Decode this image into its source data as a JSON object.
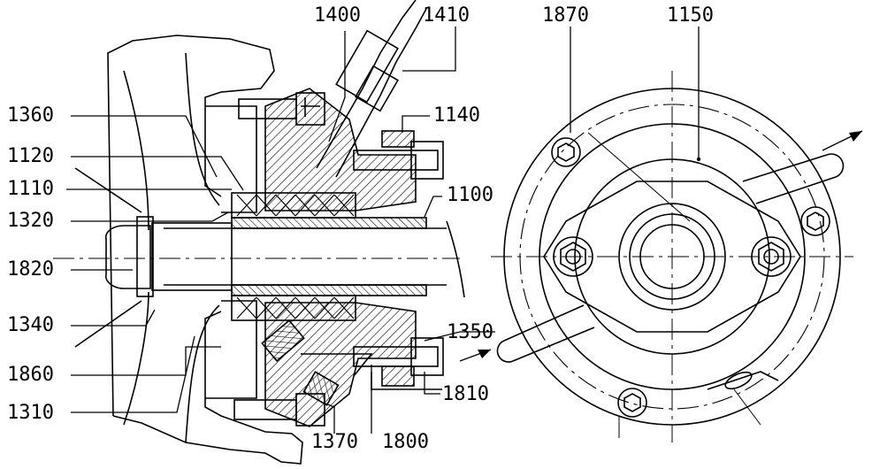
{
  "figure": {
    "labels": {
      "l1400": "1400",
      "l1410": "1410",
      "l1870": "1870",
      "l1150": "1150",
      "l1360": "1360",
      "l1140": "1140",
      "l1120": "1120",
      "l1110": "1110",
      "l1100": "1100",
      "l1320": "1320",
      "l1820": "1820",
      "l1340": "1340",
      "l1350": "1350",
      "l1860": "1860",
      "l1810": "1810",
      "l1310": "1310",
      "l1370": "1370",
      "l1800": "1800"
    }
  }
}
